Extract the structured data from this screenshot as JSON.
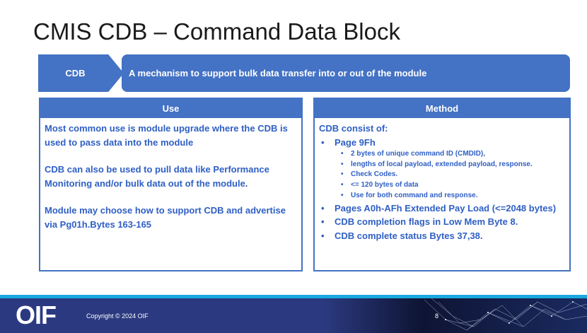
{
  "title": "CMIS CDB – Command Data Block",
  "banner": {
    "label": "CDB",
    "text": "A mechanism to support bulk data transfer into or out of the module"
  },
  "use": {
    "header": "Use",
    "paragraphs": [
      "Most common use is module upgrade where the CDB is used to pass data into the module",
      "CDB can also be used to pull data like Performance Monitoring and/or bulk data out of the module.",
      "Module may choose how to support CDB and advertise via Pg01h.Bytes 163-165"
    ]
  },
  "method": {
    "header": "Method",
    "intro": "CDB consist of:",
    "page9": "Page 9Fh",
    "sub": [
      "2 bytes of unique command ID (CMDID),",
      "lengths of local payload, extended payload, response.",
      "Check Codes.",
      "<= 120 bytes of data",
      "Use for both command and response."
    ],
    "bullets": [
      "Pages A0h-AFh Extended Pay Load (<=2048 bytes)",
      "CDB completion flags in Low Mem Byte 8.",
      "CDB complete status Bytes 37,38."
    ]
  },
  "footer": {
    "logo": "OIF",
    "copyright": "Copyright © 2024 OIF",
    "page": "8"
  }
}
